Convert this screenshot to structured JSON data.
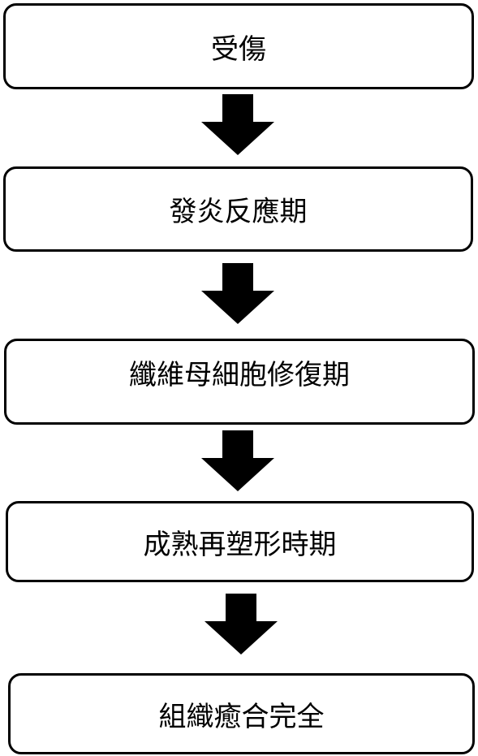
{
  "flowchart": {
    "steps": [
      {
        "label": "受傷"
      },
      {
        "label": "發炎反應期"
      },
      {
        "label": "纖維母細胞修復期"
      },
      {
        "label": "成熟再塑形時期"
      },
      {
        "label": "組織癒合完全"
      }
    ],
    "colors": {
      "stroke": "#000000",
      "fill": "#ffffff",
      "arrow": "#000000"
    },
    "arrow_icon": "down-arrow-icon"
  }
}
